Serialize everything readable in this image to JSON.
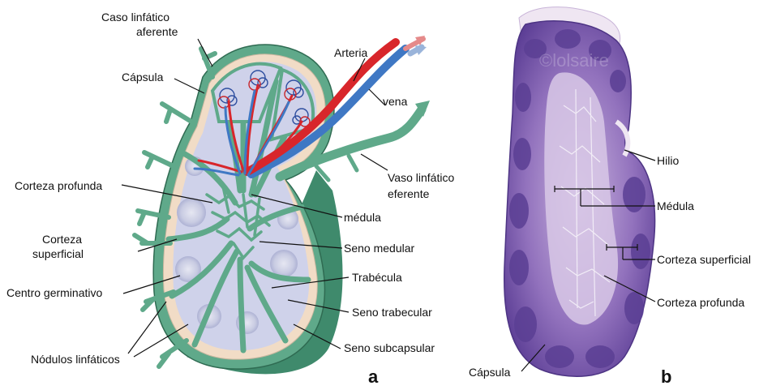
{
  "panel_a": {
    "letter": "a",
    "labels": {
      "afferent_1": "Caso linfático",
      "afferent_2": "aferente",
      "capsule": "Cápsula",
      "artery": "Arteria",
      "vein": "vena",
      "efferent_1": "Vaso linfático",
      "efferent_2": "eferente",
      "deep_cortex": "Corteza profunda",
      "medulla": "médula",
      "superficial_cortex_1": "Corteza",
      "superficial_cortex_2": "superficial",
      "medullary_sinus": "Seno medular",
      "trabecula": "Trabécula",
      "germinal_center": "Centro germinativo",
      "trabecular_sinus": "Seno trabecular",
      "nodules": "Nódulos linfáticos",
      "subcapsular_sinus": "Seno subcapsular"
    },
    "colors": {
      "capsule": "#5fa98a",
      "parenchyma": "#cfd2ea",
      "artery": "#d8262b",
      "vein": "#3f78c4",
      "capsule_rim": "#f1dcc6"
    }
  },
  "panel_b": {
    "letter": "b",
    "watermark": "©lolsaire",
    "labels": {
      "hilum": "Hilio",
      "medulla": "Médula",
      "superficial_cortex": "Corteza superficial",
      "deep_cortex": "Corteza profunda",
      "capsule": "Cápsula"
    },
    "colors": {
      "stain_dark": "#5b3f94",
      "stain_mid": "#8f6cb8",
      "stain_light": "#d8c8e6"
    }
  }
}
